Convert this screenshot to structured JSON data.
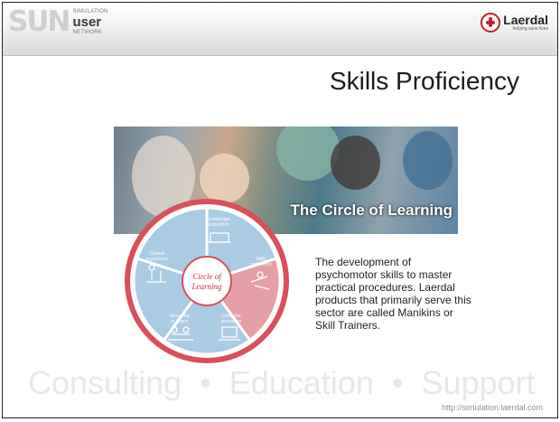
{
  "header": {
    "logo_letters": "SUN",
    "logo_line1": "SIMULATION",
    "logo_user": "user",
    "logo_line2": "NETWORK",
    "brand": "Laerdal",
    "brand_tagline": "helping save lives"
  },
  "slide": {
    "title": "Skills Proficiency",
    "banner_text": "The Circle of Learning",
    "circle_center_line1": "Circle of",
    "circle_center_line2": "Learning",
    "segments": [
      {
        "label_line1": "Knowledge",
        "label_line2": "acquisition"
      },
      {
        "label_line1": "Skills",
        "label_line2": "proficiency"
      },
      {
        "label_line1": "Computer",
        "label_line2": "simulation"
      },
      {
        "label_line1": "Simulation",
        "label_line2": "in teams"
      },
      {
        "label_line1": "Clinical",
        "label_line2": "experience"
      }
    ],
    "description": "The development of psychomotor skills to master practical procedures. Laerdal products that primarily serve this sector are called Manikins or Skill Trainers."
  },
  "footer": {
    "word1": "Consulting",
    "word2": "Education",
    "word3": "Support",
    "url": "http://simulation.laerdal.com"
  },
  "colors": {
    "segment_blue": "#a9cbe4",
    "segment_highlight": "#e79fa6",
    "ring_red": "#d8505b",
    "logo_red": "#c61f1f"
  }
}
